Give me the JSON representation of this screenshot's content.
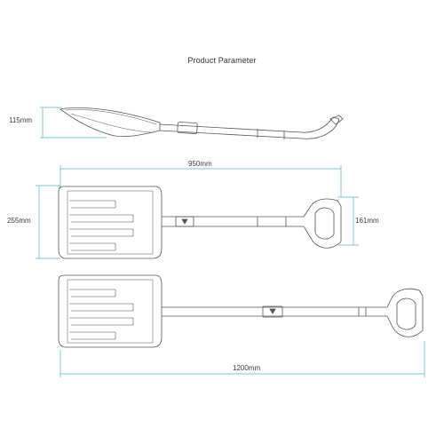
{
  "title": "Product Parameter",
  "dimensions": {
    "side_height": "115mm",
    "collapsed_length": "950mm",
    "blade_width": "255mm",
    "handle_width": "161mm",
    "extended_length": "1200mm"
  },
  "colors": {
    "outline": "#555555",
    "dimension_line": "#4fb3d9",
    "text": "#333333"
  }
}
